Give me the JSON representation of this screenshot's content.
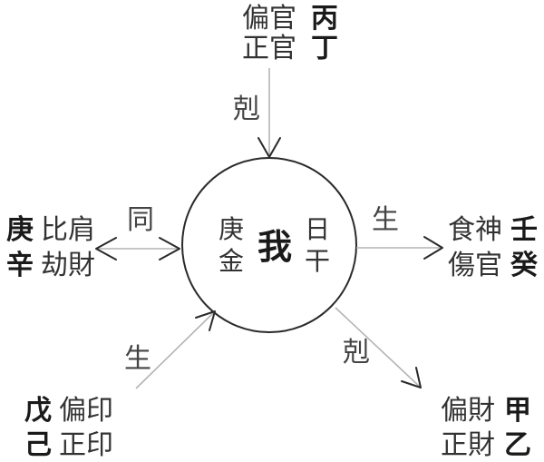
{
  "center": {
    "stem": "庚",
    "element": "金",
    "self": "我",
    "day": "日",
    "gan": "干"
  },
  "top": {
    "gods": [
      "偏官",
      "正官"
    ],
    "stems": [
      "丙",
      "丁"
    ],
    "relation": "剋"
  },
  "left": {
    "stems": [
      "庚",
      "辛"
    ],
    "gods": [
      "比肩",
      "劫財"
    ],
    "relation": "同"
  },
  "right": {
    "gods": [
      "食神",
      "傷官"
    ],
    "stems": [
      "壬",
      "癸"
    ],
    "relation": "生"
  },
  "bottom_left": {
    "stems": [
      "戊",
      "己"
    ],
    "gods": [
      "偏印",
      "正印"
    ],
    "relation": "生"
  },
  "bottom_right": {
    "gods": [
      "偏財",
      "正財"
    ],
    "stems": [
      "甲",
      "乙"
    ],
    "relation": "剋"
  }
}
